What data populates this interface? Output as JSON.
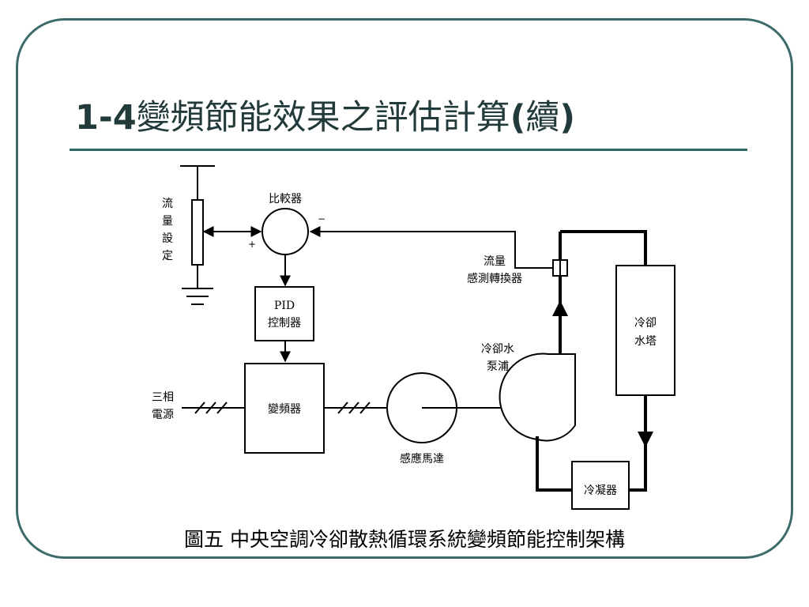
{
  "slide": {
    "title_prefix": "1-4",
    "title_main": "變頻節能效果之評估計算",
    "title_paren_open": "(",
    "title_paren_text": "續",
    "title_paren_close": ")",
    "caption": "圖五 中央空調冷卻散熱循環系統變頻節能控制架構"
  },
  "diagram": {
    "setpoint_chars": [
      "流",
      "量",
      "設",
      "定"
    ],
    "comparator": "比較器",
    "plus": "+",
    "minus": "−",
    "pid_line1": "PID",
    "pid_line2": "控制器",
    "sensor_line1": "流量",
    "sensor_line2": "感測轉換器",
    "tower_line1": "冷卻",
    "tower_line2": "水塔",
    "pump_line1": "冷卻水",
    "pump_line2": "泵浦",
    "supply_line1": "三相",
    "supply_line2": "電源",
    "inverter": "變頻器",
    "motor": "感應馬達",
    "condenser": "冷凝器"
  }
}
